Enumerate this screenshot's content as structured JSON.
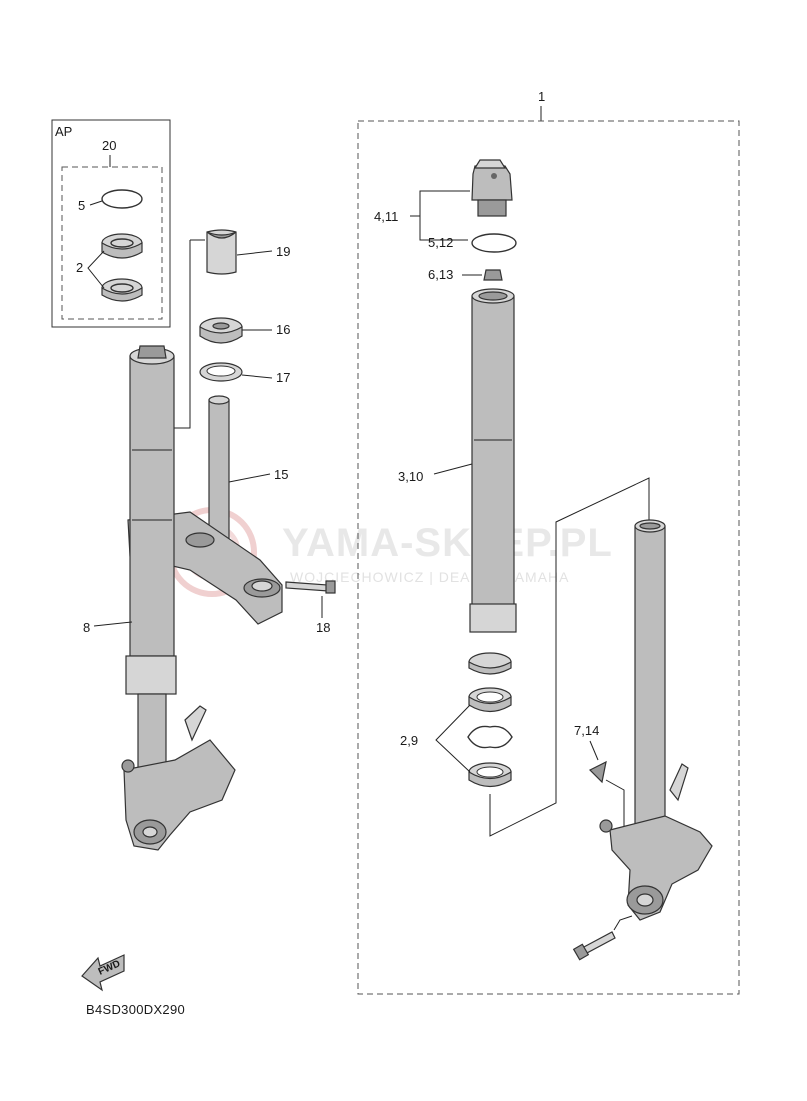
{
  "diagram": {
    "group_ap_label": "AP",
    "watermark": {
      "main": "YAMA-SKLEP.PL",
      "sub": "WOJCIECHOWICZ | DEALER YAMAHA"
    },
    "fwd_label": "FWD",
    "diagram_code": "B4SD300DX290",
    "callouts": {
      "c1": "1",
      "c20": "20",
      "c5": "5",
      "c2": "2",
      "c19": "19",
      "c16": "16",
      "c17": "17",
      "c15": "15",
      "c8": "8",
      "c18": "18",
      "c4_11": "4,11",
      "c5_12": "5,12",
      "c6_13": "6,13",
      "c3_10": "3,10",
      "c2_9": "2,9",
      "c7_14": "7,14"
    }
  }
}
